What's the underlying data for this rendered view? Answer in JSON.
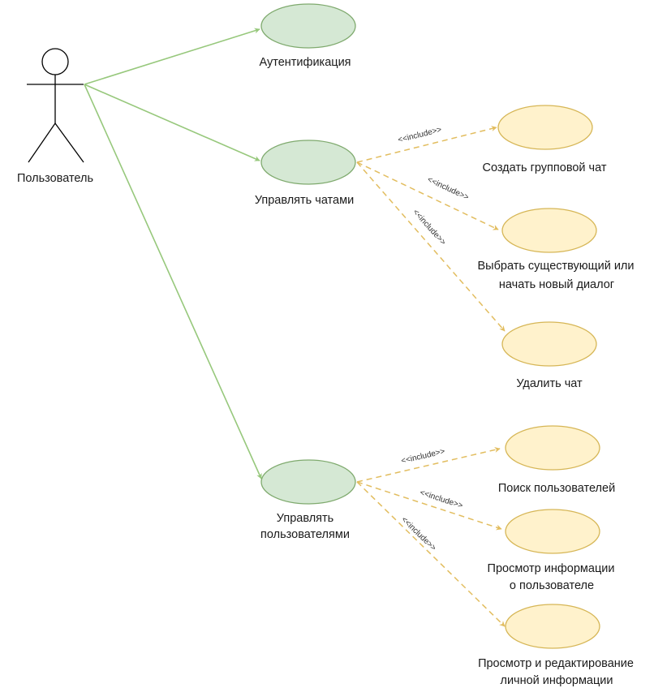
{
  "colors": {
    "association": "#97c87c",
    "include": "#e2bd5f",
    "primary_fill": "#d5e8d4",
    "primary_stroke": "#7faa6e",
    "secondary_fill": "#fff2cc",
    "secondary_stroke": "#d6b656",
    "actor_stroke": "#000000"
  },
  "actor": {
    "label": "Пользователь"
  },
  "primary_use_cases": {
    "auth": {
      "label": "Аутентификация"
    },
    "chats": {
      "label": "Управлять чатами"
    },
    "users": {
      "label_line1": "Управлять",
      "label_line2": "пользователями"
    }
  },
  "sub_use_cases": {
    "create_group": {
      "label": "Создать групповой чат"
    },
    "select_dialog": {
      "label_line1": "Выбрать существующий или",
      "label_line2": "начать новый диалог"
    },
    "delete_chat": {
      "label": "Удалить чат"
    },
    "search_users": {
      "label": "Поиск пользователей"
    },
    "view_user": {
      "label_line1": "Просмотр информации",
      "label_line2": "о пользователе"
    },
    "edit_personal": {
      "label_line1": "Просмотр и редактирование",
      "label_line2": "личной информации"
    }
  },
  "include_label": "<<include>>"
}
